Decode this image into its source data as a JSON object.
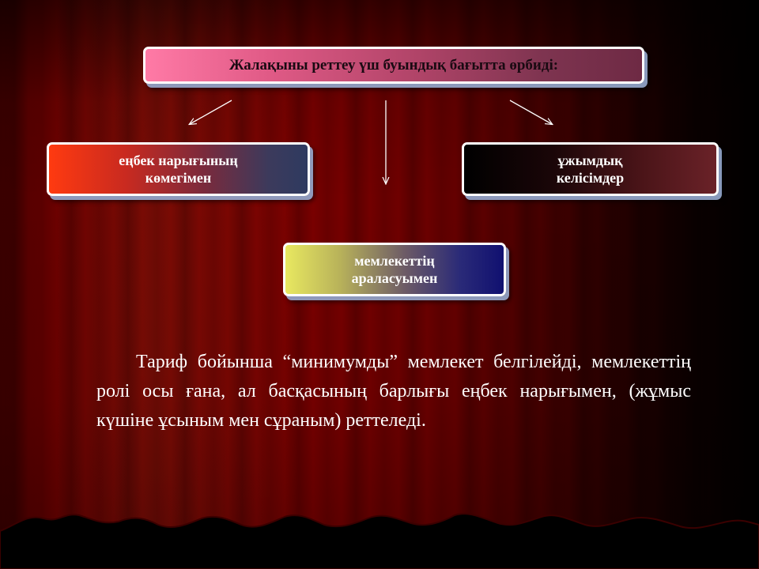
{
  "diagram": {
    "title": "Жалақыны реттеу үш буындық бағытта өрбиді:",
    "left": "еңбек нарығының\nкөмегімен",
    "right": "ұжымдық\nкелісімдер",
    "center": "мемлекеттің\nараласуымен"
  },
  "note": "Тариф бойынша “минимумды” мемлекет белгілейді, мемлекеттің ролі осы ғана, ал басқасының барлығы еңбек нарығымен, (жұмыс күшіне ұсыным мен сұраным) реттеледі.",
  "colors": {
    "curtain": "#7a0000",
    "text": "#ffffff",
    "arrow": "#ffffff"
  }
}
